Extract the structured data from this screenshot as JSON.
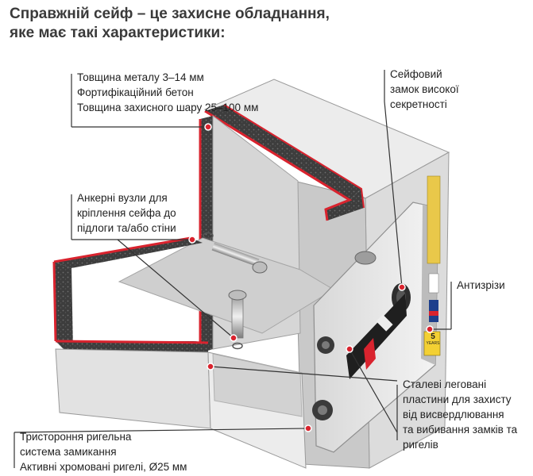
{
  "heading": {
    "line1": "Справжній сейф – це захисне обладнання,",
    "line2": "яке має такі характеристики:"
  },
  "callouts": {
    "metal": {
      "line1": "Товщина металу 3–14 мм",
      "line2": "Фортифікаційний бетон",
      "line3": "Товщина захисного шару 25–100 мм"
    },
    "anchor": {
      "line1": "Анкерні вузли для",
      "line2": "кріплення сейфа до",
      "line3": "підлоги та/або стіни"
    },
    "lock": {
      "line1": "Сейфовий",
      "line2": "замок високої",
      "line3": "секретності"
    },
    "anti": {
      "line1": "Антизрізи"
    },
    "plates": {
      "line1": "Сталеві леговані",
      "line2": "пластини для захисту",
      "line3": "від висвердлювання",
      "line4": "та вибивання замків та",
      "line5": "ригелів"
    },
    "bolts": {
      "line1": "Тристороння ригельна",
      "line2": "система замикання",
      "line3": "Активні хромовані ригелі, Ø25 мм"
    }
  },
  "sticker": {
    "years_number": "5",
    "years_word": "YEARS"
  },
  "colors": {
    "accent_red": "#d9232e",
    "leader_line": "#333333",
    "concrete": "#3b3b3b",
    "steel": "#e4e4e4"
  }
}
